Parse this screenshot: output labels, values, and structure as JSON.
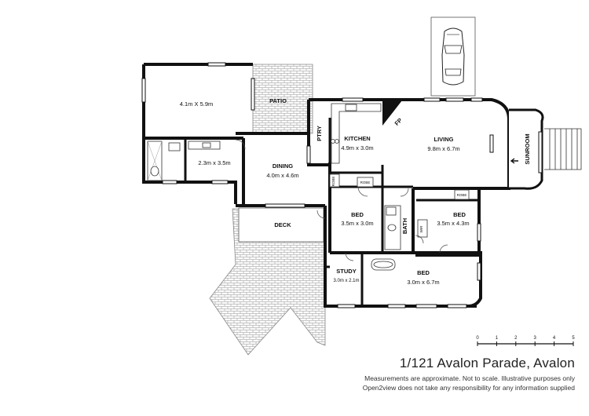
{
  "rooms": {
    "garage": {
      "dims": "4.1m X 5.9m"
    },
    "patio": {
      "name": "PATIO"
    },
    "store": {
      "dims": "2.3m x 3.5m"
    },
    "dining": {
      "name": "DINING",
      "dims": "4.0m x 4.6m"
    },
    "pantry": {
      "name": "PTRY"
    },
    "kitchen": {
      "name": "KITCHEN",
      "dims": "4.9m x 3.0m"
    },
    "fireplace": {
      "name": "FP"
    },
    "living": {
      "name": "LIVING",
      "dims": "9.8m x 6.7m"
    },
    "sunroom": {
      "name": "SUNROOM"
    },
    "deck": {
      "name": "DECK"
    },
    "bed1": {
      "name": "BED",
      "dims": "3.5m x 3.0m"
    },
    "bath": {
      "name": "BATH"
    },
    "bed2": {
      "name": "BED",
      "dims": "3.5m x 4.3m"
    },
    "study": {
      "name": "STUDY",
      "dims": "3.0m x 2.1m"
    },
    "bed3": {
      "name": "BED",
      "dims": "3.0m x 6.7m"
    }
  },
  "fixtures": {
    "robe": "ROBE",
    "wir": "WIR"
  },
  "scale_bar": {
    "ticks": [
      "0",
      "1",
      "2",
      "3",
      "4",
      "5"
    ]
  },
  "address": "1/121 Avalon Parade, Avalon",
  "disclaimer": {
    "line1": "Measurements are approximate. Not to scale. Illustrative purposes only",
    "line2": "Open2view does not take any responsibility for any information supplied"
  }
}
